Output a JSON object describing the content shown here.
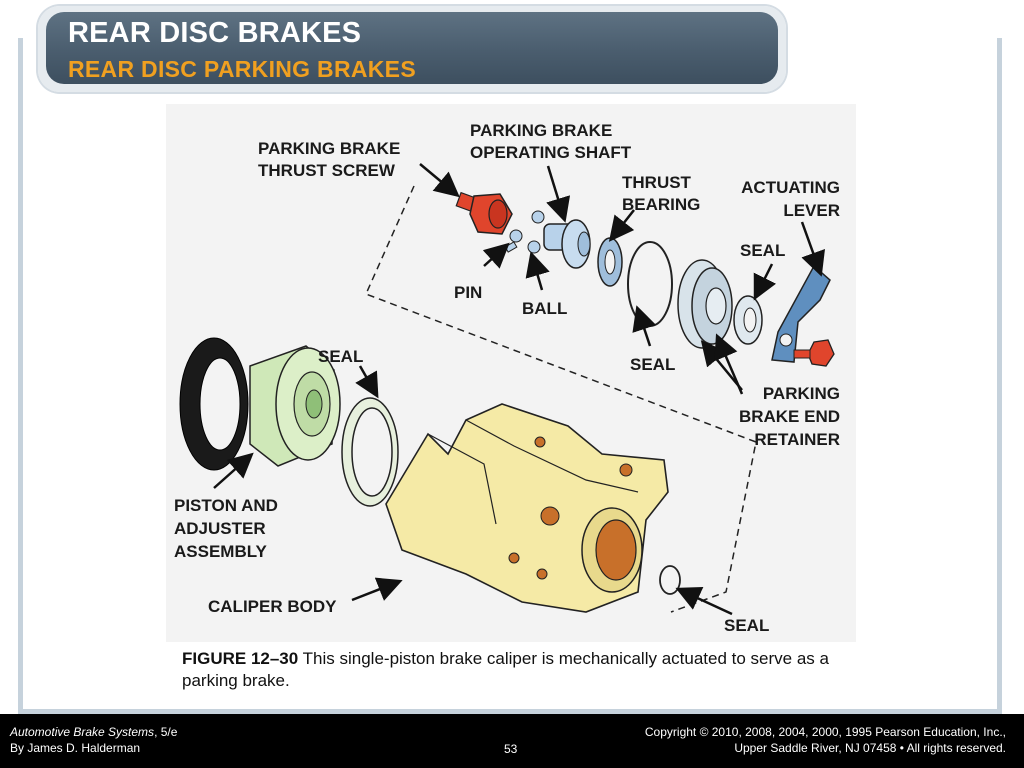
{
  "header": {
    "title": "REAR DISC BRAKES",
    "subtitle": "REAR DISC PARKING BRAKES"
  },
  "figure": {
    "labels": {
      "thrust_screw_1": "PARKING BRAKE",
      "thrust_screw_2": "THRUST SCREW",
      "operating_shaft_1": "PARKING BRAKE",
      "operating_shaft_2": "OPERATING SHAFT",
      "thrust_bearing_1": "THRUST",
      "thrust_bearing_2": "BEARING",
      "actuating_lever_1": "ACTUATING",
      "actuating_lever_2": "LEVER",
      "seal_top_right": "SEAL",
      "pin": "PIN",
      "ball": "BALL",
      "seal_middle": "SEAL",
      "end_retainer_1": "PARKING",
      "end_retainer_2": "BRAKE END",
      "end_retainer_3": "RETAINER",
      "seal_left": "SEAL",
      "piston_1": "PISTON AND",
      "piston_2": "ADJUSTER",
      "piston_3": "ASSEMBLY",
      "caliper_body": "CALIPER BODY",
      "seal_bottom": "SEAL"
    },
    "colors": {
      "red_part": "#e0452c",
      "blue_part": "#5f8fbf",
      "light_blue": "#b8d2ea",
      "green_part": "#cfe8b8",
      "caliper": "#f5eaa6",
      "caliper_hole": "#c8702a"
    }
  },
  "caption": {
    "figure_number": "FIGURE 12–30",
    "text": " This single-piston brake caliper is mechanically actuated to serve as a parking brake."
  },
  "footer": {
    "book_title": "Automotive Brake Systems",
    "edition": ", 5/e",
    "author": "By James D. Halderman",
    "page": "53",
    "copyright_1": "Copyright © 2010, 2008, 2004, 2000, 1995 Pearson Education, Inc.,",
    "copyright_2": "Upper Saddle River, NJ 07458 • All rights reserved."
  }
}
